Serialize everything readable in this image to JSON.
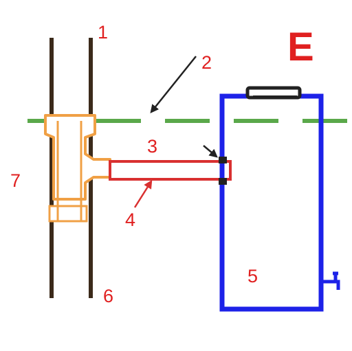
{
  "title_letter": "E",
  "labels": {
    "l1": "1",
    "l2": "2",
    "l3": "3",
    "l4": "4",
    "l5": "5",
    "l6": "6",
    "l7": "7"
  },
  "colors": {
    "pipe": "#3b2a1a",
    "fitting": "#f0a045",
    "ground": "#5aa84a",
    "branch": "#d93030",
    "tank": "#1d22e8",
    "label": "#e02020",
    "arrow": "#222222",
    "seal": "#222222"
  }
}
